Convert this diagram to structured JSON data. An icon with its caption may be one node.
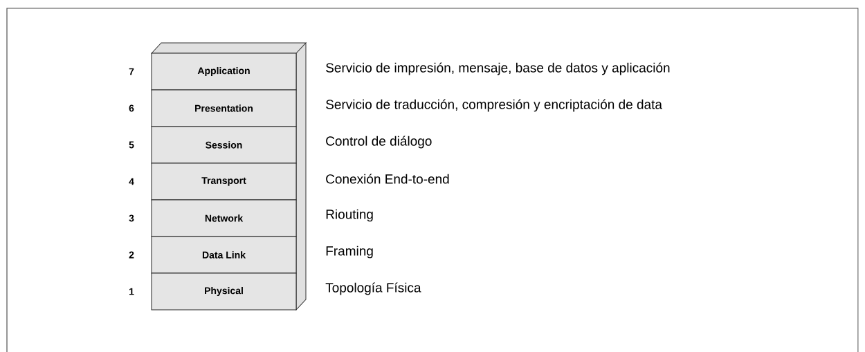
{
  "diagram": {
    "nodes": [
      {
        "text": [
          "Application"
        ],
        "beside": [
          "7",
          "Servicio de impresión, mensaje, base de datos y aplicación"
        ]
      },
      {
        "text": [
          "Presentation"
        ],
        "beside": [
          "6",
          "Servicio de traducción, compresión y encriptación de data"
        ]
      },
      {
        "text": [
          "Session"
        ],
        "beside": [
          "5",
          "Control de diálogo"
        ]
      },
      {
        "text": [
          "Transport"
        ],
        "beside": [
          "4",
          "Conexión End-to-end"
        ]
      },
      {
        "text": [
          "Network"
        ],
        "beside": [
          "3",
          "Riouting"
        ]
      },
      {
        "text": [
          "Data Link"
        ],
        "beside": [
          "2",
          "Framing"
        ]
      },
      {
        "text": [
          "Physical"
        ],
        "beside": [
          "1",
          "Topología Física"
        ]
      }
    ]
  }
}
